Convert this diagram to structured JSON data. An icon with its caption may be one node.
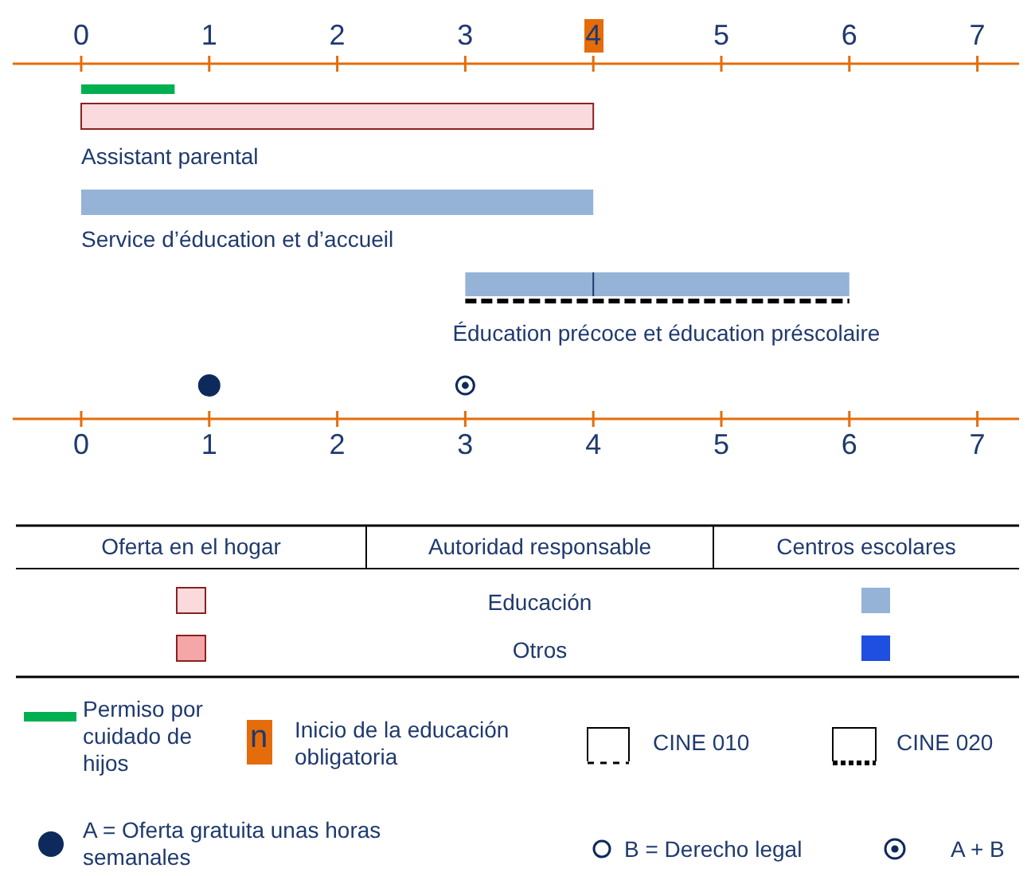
{
  "diagram": {
    "nodes": [
      {
        "text": [],
        "shape": "bar"
      },
      {
        "text": [],
        "shape": "bar",
        "beside": [
          "Assistant parental"
        ]
      },
      {
        "text": [],
        "shape": "bar",
        "beside": [
          "Service d’éducation et d’accueil"
        ]
      },
      {
        "text": [],
        "shape": "bar",
        "beside": [
          "Éducation précoce et éducation préscolaire"
        ]
      },
      {
        "text": [],
        "shape": "circle"
      },
      {
        "text": [],
        "shape": "circle"
      }
    ],
    "edges": [],
    "labels": [
      "0",
      "1",
      "2",
      "3",
      "4",
      "5",
      "6",
      "7",
      "0",
      "1",
      "2",
      "3",
      "4",
      "5",
      "6",
      "7",
      "Oferta en el hogar",
      "Autoridad responsable",
      "Centros escolares",
      "Educación",
      "Otros",
      "n"
    ],
    "legend": [
      {
        "text": "Permiso por cuidado de hijos",
        "color": "#00b050"
      },
      {
        "text": "Inicio de la educación obligatoria",
        "color": "#e46c0a"
      },
      {
        "text": "CINE 010"
      },
      {
        "text": "CINE 020"
      },
      {
        "text": "A = Oferta gratuita unas horas semanales"
      },
      {
        "text": "B = Derecho legal"
      },
      {
        "text": "A + B"
      }
    ]
  }
}
